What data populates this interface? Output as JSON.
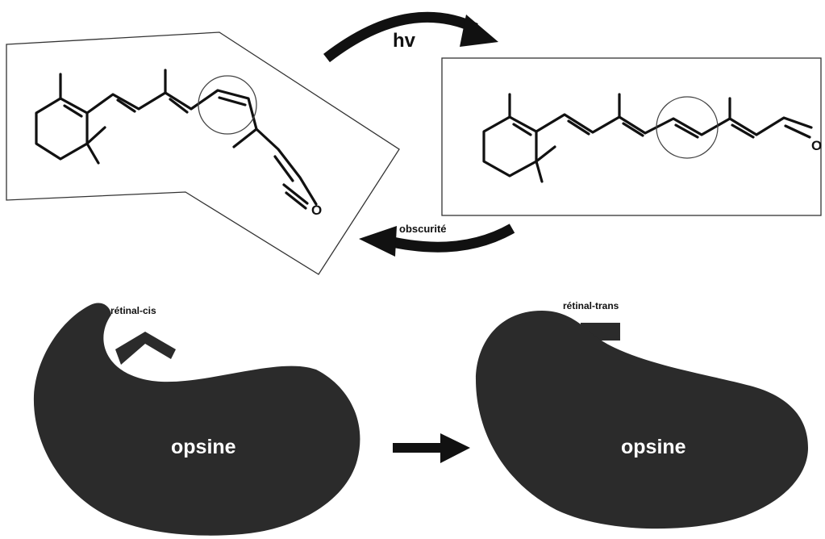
{
  "photo_label": "hv",
  "dark_label": "obscurité",
  "cis_label": "rétinal-cis",
  "trans_label": "rétinal-trans",
  "protein_left_label": "opsine",
  "protein_right_label": "opsine",
  "oxygen_left": "O",
  "oxygen_right": "O",
  "colors": {
    "ink": "#111111",
    "protein": "#2b2b2b",
    "protein_text": "#ffffff",
    "frame": "#333333"
  }
}
